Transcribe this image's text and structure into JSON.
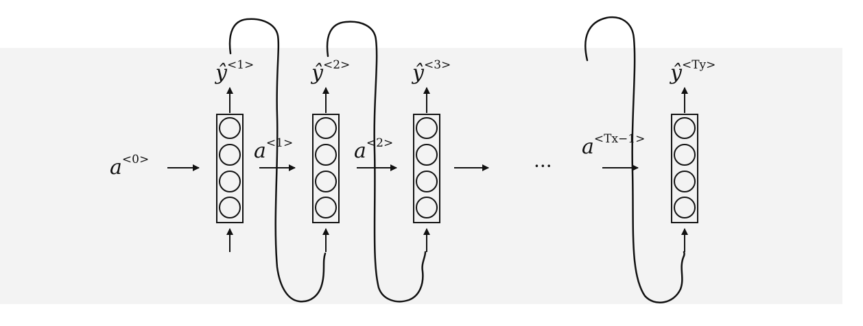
{
  "diagram": {
    "initial_activation": {
      "base": "a",
      "sup": "<0>"
    },
    "activations": [
      {
        "base": "a",
        "sup": "<1>"
      },
      {
        "base": "a",
        "sup": "<2>"
      },
      {
        "base": "a",
        "sup": "<Tx−1>"
      }
    ],
    "outputs": [
      {
        "base": "ŷ",
        "sup": "<1>"
      },
      {
        "base": "ŷ",
        "sup": "<2>"
      },
      {
        "base": "ŷ",
        "sup": "<3>"
      },
      {
        "base": "ŷ",
        "sup": "<Ty>"
      }
    ],
    "ellipsis": "···",
    "cells_per_unit": 4,
    "units": 4,
    "colors": {
      "stroke": "#111111",
      "panel": "#f3f3f3",
      "background": "#ffffff"
    }
  }
}
